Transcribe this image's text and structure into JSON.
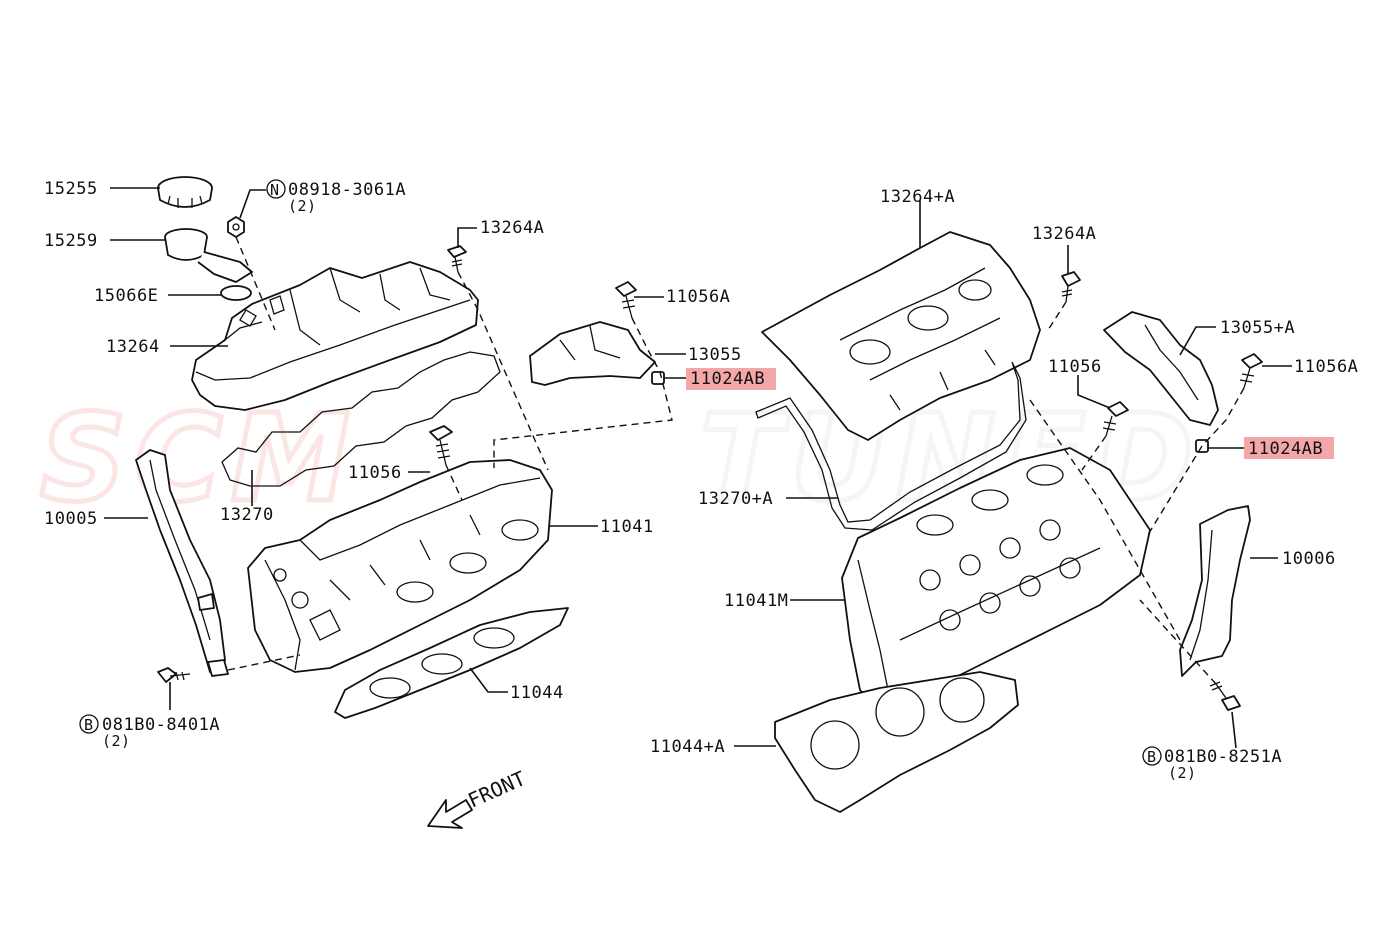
{
  "watermark": {
    "left": "SCM",
    "right": "TUNED",
    "color_left": "#e8433f",
    "color_right": "#bbbbbb"
  },
  "highlight_color": "#f4a7a7",
  "labels": {
    "p15255": "15255",
    "p15259": "15259",
    "p15066e": "15066E",
    "p13264": "13264",
    "n08918": "08918-3061A",
    "n08918_qty": "(2)",
    "n_symbol": "N",
    "p13264a_left": "13264A",
    "p11056a_left": "11056A",
    "p13055": "13055",
    "p11024ab_left": "11024AB",
    "p11056_left": "11056",
    "p13270": "13270",
    "p10005": "10005",
    "p11041": "11041",
    "p11044": "11044",
    "b081b0_8401": "081B0-8401A",
    "b081b0_8401_qty": "(2)",
    "b_symbol": "B",
    "front": "FRONT",
    "p13264_plus_a": "13264+A",
    "p13264a_right": "13264A",
    "p13055_plus_a": "13055+A",
    "p11056_right": "11056",
    "p11056a_right": "11056A",
    "p11024ab_right": "11024AB",
    "p13270_plus_a": "13270+A",
    "p10006": "10006",
    "p11041m": "11041M",
    "p11044_plus_a": "11044+A",
    "b081b0_8251": "081B0-8251A",
    "b081b0_8251_qty": "(2)"
  }
}
